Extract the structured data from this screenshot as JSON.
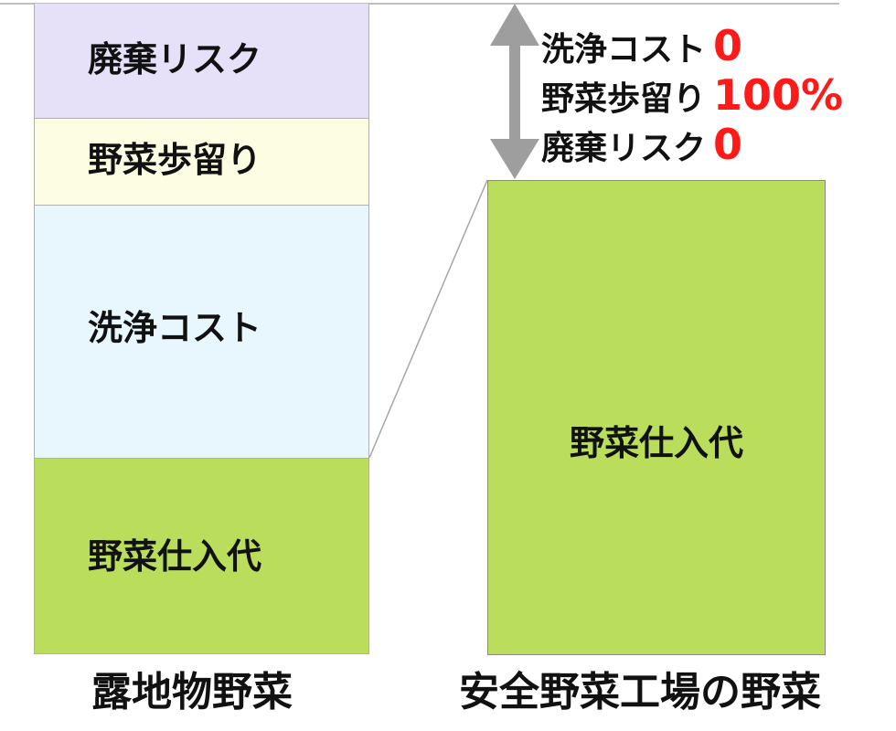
{
  "left_stack": {
    "segments": [
      {
        "label": "廃棄リスク",
        "color": "#e6e0f8"
      },
      {
        "label": "野菜歩留り",
        "color": "#fdfde3"
      },
      {
        "label": "洗浄コスト",
        "color": "#e8f7fd"
      },
      {
        "label": "野菜仕入代",
        "color": "#bade5c"
      }
    ],
    "caption": "露地物野菜"
  },
  "right_box": {
    "label": "野菜仕入代",
    "color": "#bade5c",
    "caption": "安全野菜工場の野菜"
  },
  "annotations": [
    {
      "name": "洗浄コスト",
      "value": "0"
    },
    {
      "name": "野菜歩留り",
      "value": "100%"
    },
    {
      "name": "廃棄リスク",
      "value": "0"
    }
  ],
  "colors": {
    "annotation_value": "#ff1a1a",
    "arrow": "#9e9e9e",
    "border": "#b0b0b0"
  }
}
